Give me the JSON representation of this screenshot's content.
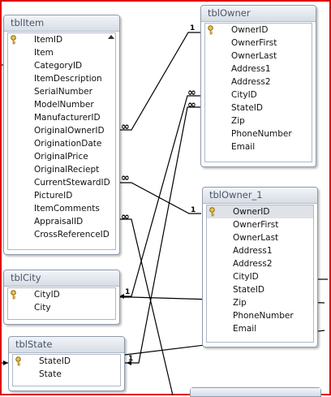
{
  "tables": {
    "item": {
      "title": "tblItem",
      "fields": [
        "ItemID",
        "Item",
        "CategoryID",
        "ItemDescription",
        "SerialNumber",
        "ModelNumber",
        "ManufacturerID",
        "OriginalOwnerID",
        "OriginationDate",
        "OriginalPrice",
        "OriginalReciept",
        "CurrentStewardID",
        "PictureID",
        "ItemComments",
        "AppraisalID",
        "CrossReferenceID"
      ]
    },
    "owner": {
      "title": "tblOwner",
      "fields": [
        "OwnerID",
        "OwnerFirst",
        "OwnerLast",
        "Address1",
        "Address2",
        "CityID",
        "StateID",
        "Zip",
        "PhoneNumber",
        "Email"
      ]
    },
    "owner1": {
      "title": "tblOwner_1",
      "fields": [
        "OwnerID",
        "OwnerFirst",
        "OwnerLast",
        "Address1",
        "Address2",
        "CityID",
        "StateID",
        "Zip",
        "PhoneNumber",
        "Email"
      ]
    },
    "city": {
      "title": "tblCity",
      "fields": [
        "CityID",
        "City"
      ]
    },
    "state": {
      "title": "tblState",
      "fields": [
        "StateID",
        "State"
      ]
    }
  },
  "relationship_labels": {
    "one": "1",
    "many": "∞"
  },
  "icons": {
    "primary_key": "key-icon"
  },
  "colors": {
    "frame": "#e00000",
    "line": "#000000",
    "header": "#d7dde6"
  }
}
